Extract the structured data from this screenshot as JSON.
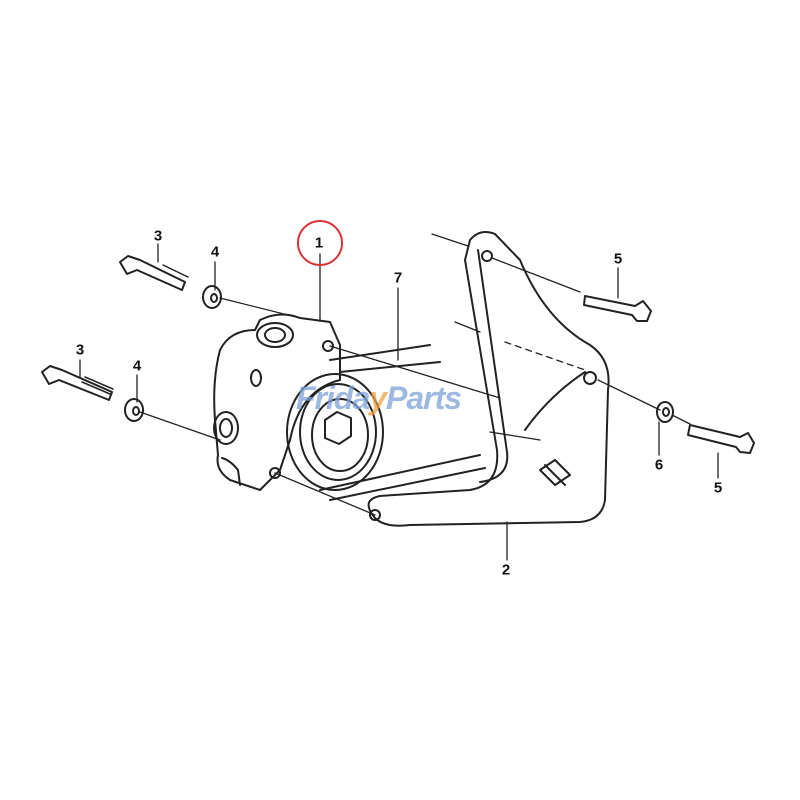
{
  "diagram": {
    "callouts": [
      {
        "id": "callout-1",
        "text": "1",
        "highlighted": true
      },
      {
        "id": "callout-2",
        "text": "2"
      },
      {
        "id": "callout-3a",
        "text": "3"
      },
      {
        "id": "callout-3b",
        "text": "3"
      },
      {
        "id": "callout-4a",
        "text": "4"
      },
      {
        "id": "callout-4b",
        "text": "4"
      },
      {
        "id": "callout-5a",
        "text": "5"
      },
      {
        "id": "callout-5b",
        "text": "5"
      },
      {
        "id": "callout-6",
        "text": "6"
      },
      {
        "id": "callout-7",
        "text": "7"
      }
    ],
    "highlight_color": "#d9343a",
    "watermark": {
      "text_part1": "Frida",
      "text_y": "y",
      "text_part2": "Parts",
      "brand_color": "#7da2d8",
      "accent_color": "#f0a040"
    }
  }
}
